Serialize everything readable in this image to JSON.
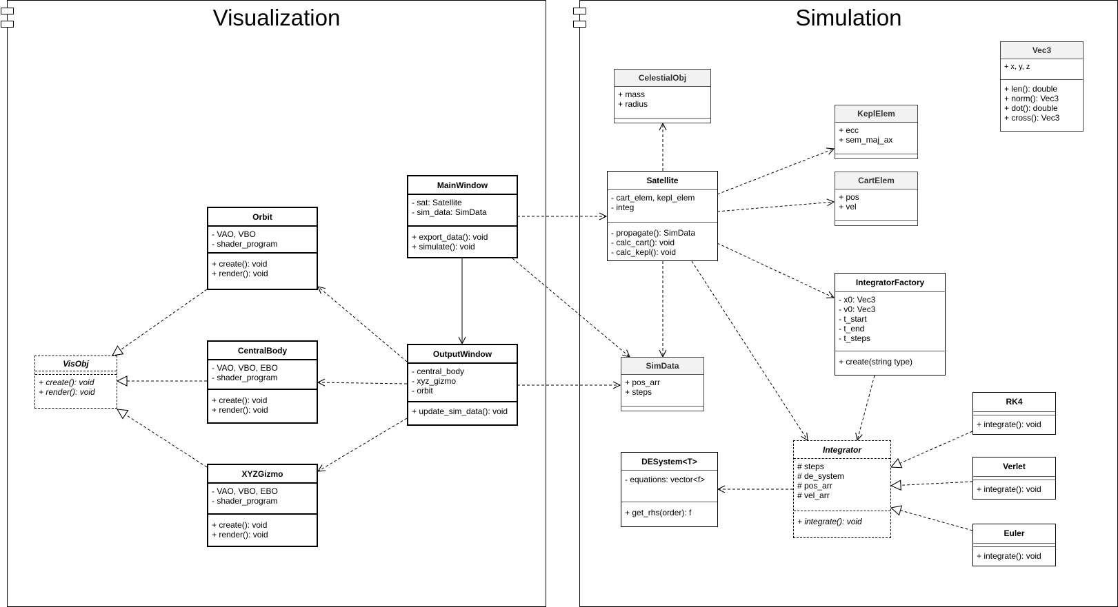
{
  "packages": {
    "visualization": {
      "title": "Visualization"
    },
    "simulation": {
      "title": "Simulation"
    }
  },
  "classes": {
    "visobj": {
      "name": "VisObj",
      "attributes": [],
      "operations": [
        "+ create(): void",
        "+ render(): void"
      ]
    },
    "orbit": {
      "name": "Orbit",
      "attributes": [
        "- VAO, VBO",
        "- shader_program"
      ],
      "operations": [
        "+ create(): void",
        "+ render(): void"
      ]
    },
    "centralbody": {
      "name": "CentralBody",
      "attributes": [
        "- VAO, VBO, EBO",
        "- shader_program"
      ],
      "operations": [
        "+ create(): void",
        "+ render(): void"
      ]
    },
    "xyzgizmo": {
      "name": "XYZGizmo",
      "attributes": [
        "- VAO, VBO, EBO",
        "- shader_program"
      ],
      "operations": [
        "+ create(): void",
        "+ render(): void"
      ]
    },
    "mainwindow": {
      "name": "MainWindow",
      "attributes": [
        "- sat: Satellite",
        "- sim_data: SimData"
      ],
      "operations": [
        "+ export_data(): void",
        "+ simulate(): void"
      ]
    },
    "outputwindow": {
      "name": "OutputWindow",
      "attributes": [
        "- central_body",
        "- xyz_gizmo",
        "- orbit"
      ],
      "operations": [
        "+ update_sim_data(): void"
      ]
    },
    "celestialobj": {
      "name": "CelestialObj",
      "attributes": [
        "+ mass",
        "+ radius"
      ],
      "operations": []
    },
    "satellite": {
      "name": "Satellite",
      "attributes": [
        "- cart_elem, kepl_elem",
        "- integ"
      ],
      "operations": [
        "- propagate(): SimData",
        "- calc_cart(): void",
        "- calc_kepl(): void"
      ]
    },
    "simdata": {
      "name": "SimData",
      "attributes": [
        "+ pos_arr",
        "+ steps"
      ],
      "operations": []
    },
    "keplelem": {
      "name": "KeplElem",
      "attributes": [
        "+ ecc",
        "+ sem_maj_ax"
      ],
      "operations": []
    },
    "cartelem": {
      "name": "CartElem",
      "attributes": [
        "+ pos",
        "+ vel"
      ],
      "operations": []
    },
    "vec3": {
      "name": "Vec3",
      "attributes": [
        "+ x, y, z"
      ],
      "operations": [
        "+ len(): double",
        "+ norm(): Vec3",
        "+ dot(): double",
        "+ cross(): Vec3"
      ]
    },
    "integratorfactory": {
      "name": "IntegratorFactory",
      "attributes": [
        "- x0: Vec3",
        "- v0: Vec3",
        "- t_start",
        "- t_end",
        "- t_steps"
      ],
      "operations": [
        "+ create(string type)"
      ]
    },
    "integrator": {
      "name": "Integrator",
      "attributes": [
        "# steps",
        "# de_system",
        "# pos_arr",
        "# vel_arr"
      ],
      "operations": [
        "+ integrate(): void"
      ]
    },
    "desystem": {
      "name": "DESystem<T>",
      "attributes": [
        "- equations: vector<f>"
      ],
      "operations": [
        "+ get_rhs(order): f"
      ]
    },
    "rk4": {
      "name": "RK4",
      "attributes": [],
      "operations": [
        "+ integrate(): void"
      ]
    },
    "verlet": {
      "name": "Verlet",
      "attributes": [],
      "operations": [
        "+ integrate(): void"
      ]
    },
    "euler": {
      "name": "Euler",
      "attributes": [],
      "operations": [
        "+ integrate(): void"
      ]
    }
  }
}
